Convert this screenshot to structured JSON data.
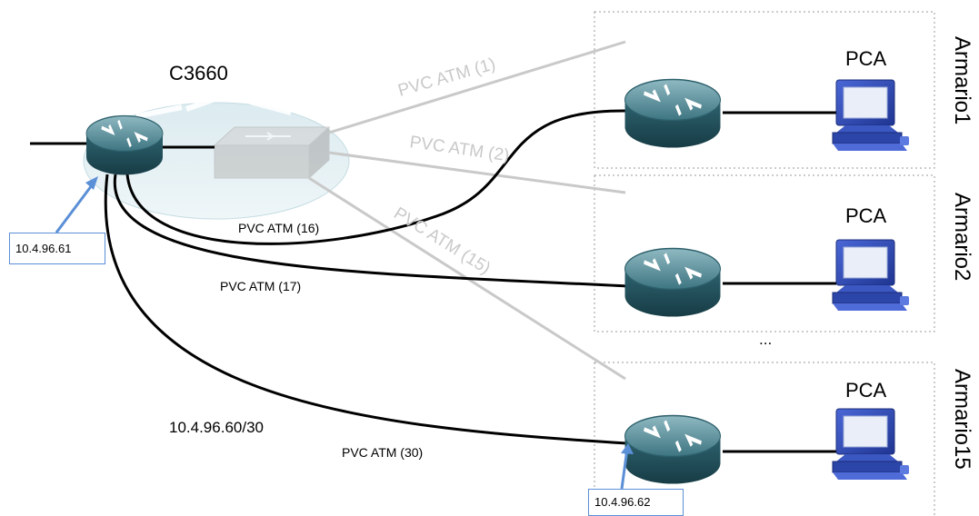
{
  "core_router": {
    "name": "C3660"
  },
  "ghost_pvcs": [
    "PVC ATM (1)",
    "PVC ATM (2)",
    "PVC ATM (15)"
  ],
  "black_pvcs": [
    "PVC ATM (16)",
    "PVC ATM (17)",
    "PVC ATM (30)"
  ],
  "subnet": "10.4.96.60/30",
  "ip_core": "10.4.96.61",
  "ip_remote": "10.4.96.62",
  "ellipsis": "...",
  "cabinets": [
    {
      "name": "Armario1",
      "pc_label": "PCA"
    },
    {
      "name": "Armario2",
      "pc_label": "PCA"
    },
    {
      "name": "Armario15",
      "pc_label": "PCA"
    }
  ],
  "colors": {
    "ghost_line": "#c9c9c9",
    "link": "#000000",
    "callout": "#5b8fd6",
    "router": "#3f7b86",
    "pc": "#2f4bb0"
  }
}
